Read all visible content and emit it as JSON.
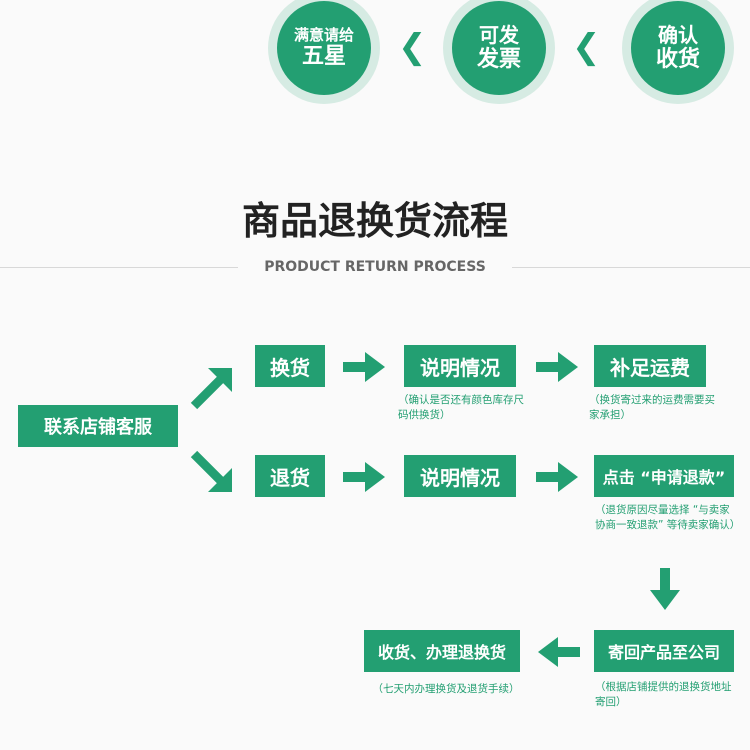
{
  "top_steps": [
    {
      "line1": "满意请给",
      "line2": "五星"
    },
    {
      "line1": "可发",
      "line2": "发票"
    },
    {
      "line1": "确认",
      "line2": "收货"
    }
  ],
  "chevron_glyph": "❮",
  "title": "商品退换货流程",
  "subtitle": "PRODUCT RETURN PROCESS",
  "flow": {
    "start": "联系店铺客服",
    "exchange": {
      "label": "换货",
      "step2": "说明情况",
      "step2_note": "（确认是否还有颜色库存尺码供换货）",
      "step3": "补足运费",
      "step3_note": "（换货寄过来的运费需要买家承担）"
    },
    "refund": {
      "label": "退货",
      "step2": "说明情况",
      "step3": "点击 “申请退款”",
      "step3_note": "（退货原因尽量选择 “与卖家协商一致退款” 等待卖家确认）",
      "step4": "寄回产品至公司",
      "step4_note": "（根据店铺提供的退换货地址寄回）",
      "step5": "收货、办理退换货",
      "step5_note": "（七天内办理换货及退货手续）"
    }
  },
  "colors": {
    "accent": "#239f72",
    "ring": "#d6ebe3"
  }
}
